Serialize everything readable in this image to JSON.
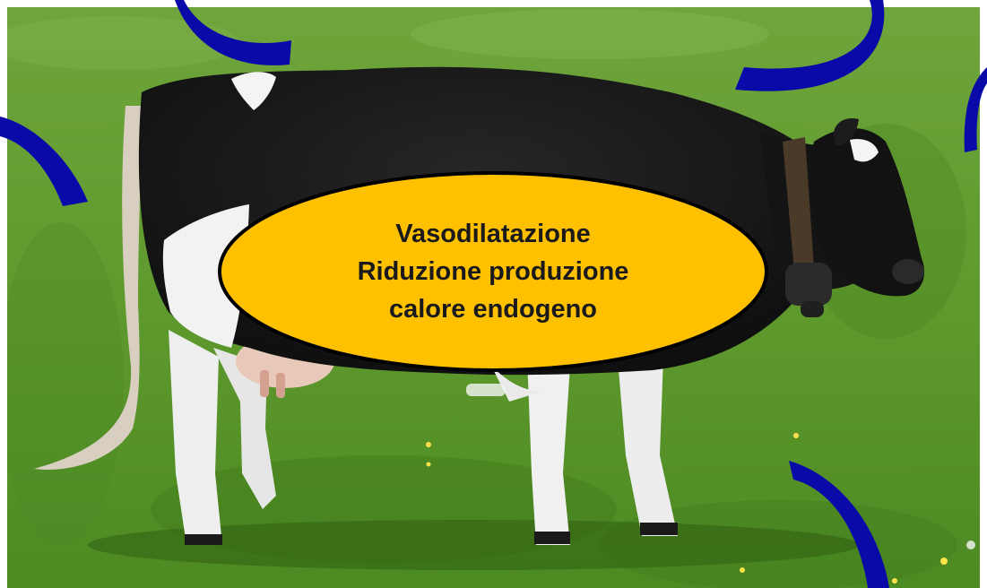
{
  "photo": {
    "subject": "holstein-cow",
    "colors": {
      "grass": "#5f9a2e",
      "grass_dark": "#3f7a1c",
      "cow_black": "#141414",
      "cow_white": "#f2f2f2",
      "bell": "#2b2b2b"
    }
  },
  "callout": {
    "lines": [
      "Vasodilatazione",
      "Riduzione produzione",
      "calore endogeno"
    ],
    "fill": "#ffc000",
    "stroke": "#000000"
  },
  "decorations": {
    "ribbon_color": "#0a0aa8"
  }
}
